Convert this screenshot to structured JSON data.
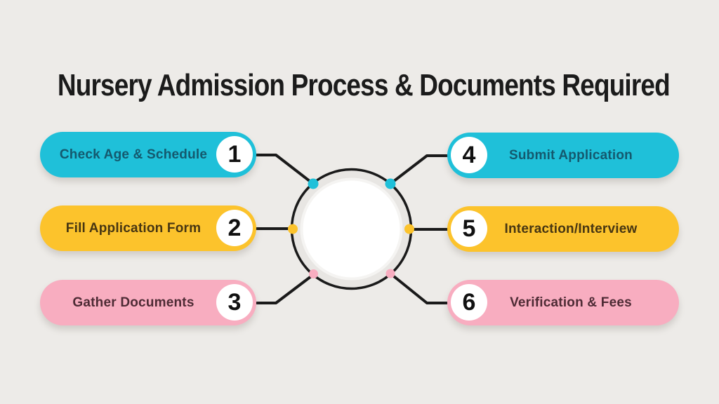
{
  "title": "Nursery Admission Process & Documents Required",
  "steps": [
    {
      "number": "1",
      "label": "Check Age & Schedule",
      "color": "#1fc0d9",
      "text_color": "#14596e",
      "side": "left"
    },
    {
      "number": "2",
      "label": "Fill Application Form",
      "color": "#fcc32c",
      "text_color": "#473612",
      "side": "left"
    },
    {
      "number": "3",
      "label": "Gather Documents",
      "color": "#f8adc0",
      "text_color": "#4e2b35",
      "side": "left"
    },
    {
      "number": "4",
      "label": "Submit Application",
      "color": "#1fc0d9",
      "text_color": "#14596e",
      "side": "right"
    },
    {
      "number": "5",
      "label": "Interaction/Interview",
      "color": "#fcc32c",
      "text_color": "#473612",
      "side": "right"
    },
    {
      "number": "6",
      "label": "Verification & Fees",
      "color": "#f8adc0",
      "text_color": "#4e2b35",
      "side": "right"
    }
  ],
  "colors": {
    "background": "#edebe8",
    "cyan": "#1fc0d9",
    "yellow": "#fcc32c",
    "pink": "#f8adc0",
    "connector_line": "#1a1a1a",
    "center_circle_fill": "#ffffff",
    "number_badge_fill": "#ffffff",
    "number_color": "#111111",
    "title_color": "#1b1b1b"
  }
}
